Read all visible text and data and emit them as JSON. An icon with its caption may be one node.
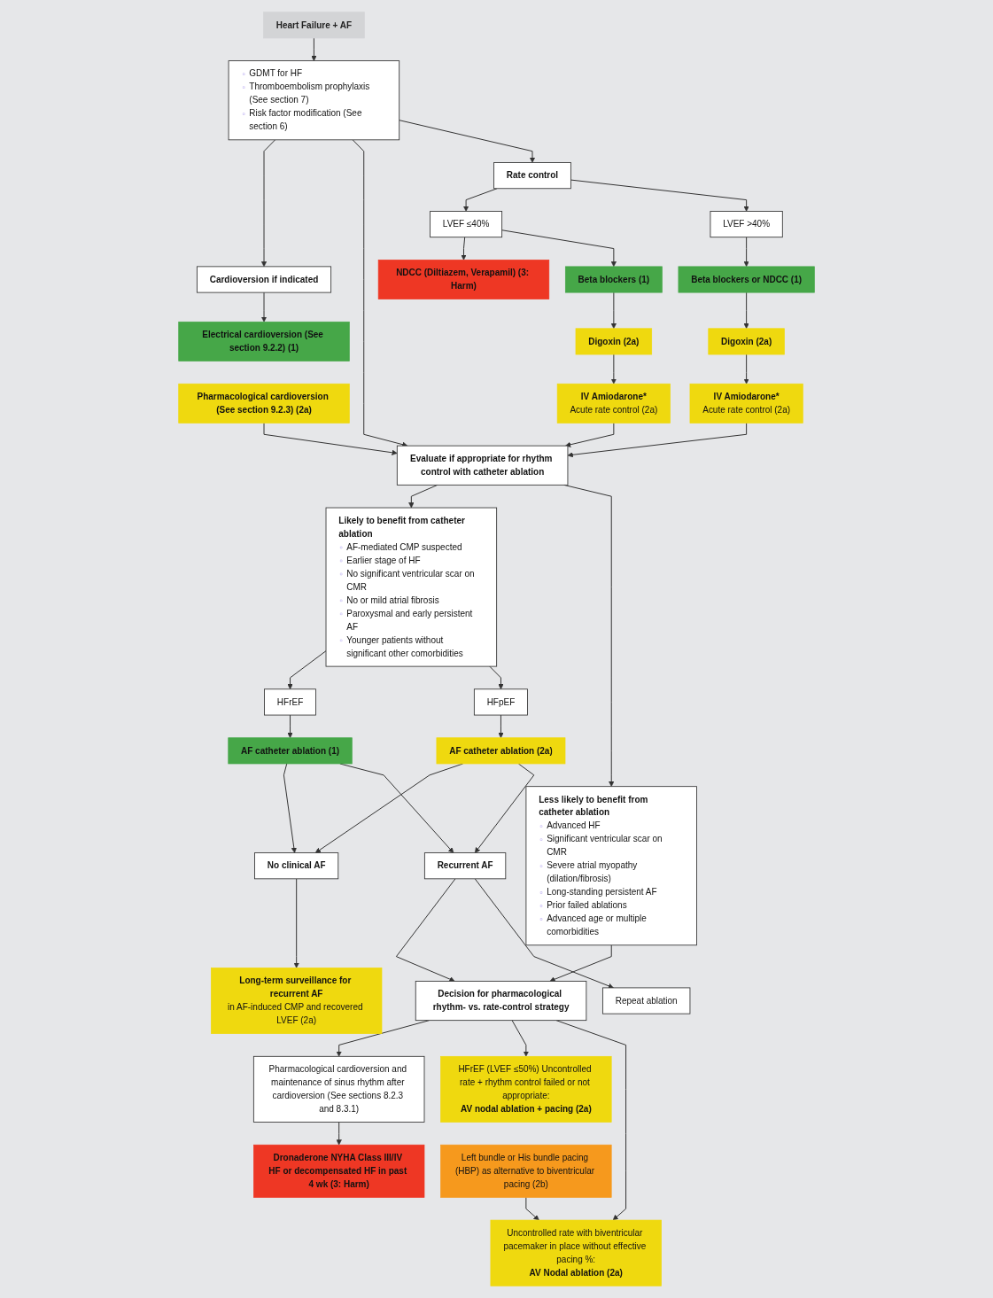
{
  "diagram": {
    "nodes": [
      {
        "text": [
          "Heart Failure + AF"
        ]
      },
      {
        "text": [
          "GDMT for HF",
          "Thromboembolism prophylaxis (See section 7)",
          "Risk factor modification (See section 6)"
        ]
      },
      {
        "text": [
          "Cardioversion if indicated"
        ]
      },
      {
        "text": [
          "Rate control"
        ]
      },
      {
        "text": [
          "LVEF ≤40%"
        ]
      },
      {
        "text": [
          "LVEF >40%"
        ]
      },
      {
        "text": [
          "Electrical cardioversion (See section 9.2.2) (1)"
        ]
      },
      {
        "text": [
          "NDCC (Diltiazem, Verapamil) (3: Harm)"
        ]
      },
      {
        "text": [
          "Beta blockers (1)"
        ]
      },
      {
        "text": [
          "Beta blockers or NDCC (1)"
        ]
      },
      {
        "text": [
          "Pharmacological cardioversion (See section 9.2.3) (2a)"
        ]
      },
      {
        "text": [
          "Digoxin (2a)"
        ]
      },
      {
        "text": [
          "Digoxin (2a)"
        ]
      },
      {
        "text": [
          "IV Amiodarone*",
          "Acute rate control (2a)"
        ]
      },
      {
        "text": [
          "IV Amiodarone*",
          "Acute rate control (2a)"
        ]
      },
      {
        "text": [
          "Evaluate if appropriate for rhythm control with catheter ablation"
        ]
      },
      {
        "text": [
          "Likely to benefit from catheter ablation",
          "AF-mediated CMP suspected",
          "Earlier stage of HF",
          "No significant ventricular scar on CMR",
          "No or mild atrial fibrosis",
          "Paroxysmal and early persistent AF",
          "Younger patients without significant other comorbidities"
        ]
      },
      {
        "text": [
          "Less likely to benefit from catheter ablation",
          "Advanced HF",
          "Significant ventricular scar on CMR",
          "Severe atrial myopathy (dilation/fibrosis)",
          "Long-standing persistent AF",
          "Prior failed ablations",
          "Advanced age or multiple comorbidities"
        ]
      },
      {
        "text": [
          "HFrEF (LVEF ≤50%) Uncontrolled rate + rhythm control failed or not appropriate:",
          "AV nodal ablation + pacing (2a)"
        ]
      },
      {
        "text": [
          "Left bundle or His bundle pacing (HBP) as alternative to biventricular pacing (2b)"
        ]
      },
      {
        "text": [
          "HFrEF"
        ]
      },
      {
        "text": [
          "HFpEF"
        ]
      },
      {
        "text": [
          "Decision for pharmacological rhythm- vs. rate-control strategy"
        ]
      },
      {
        "text": [
          "AF catheter ablation (1)"
        ]
      },
      {
        "text": [
          "AF catheter ablation (2a)"
        ]
      },
      {
        "text": [
          "Pharmacological cardioversion and maintenance of sinus rhythm after cardioversion (See sections 8.2.3 and 8.3.1)"
        ]
      },
      {
        "text": [
          "Uncontrolled rate with biventricular pacemaker in place without effective pacing %:",
          "AV Nodal ablation (2a)"
        ]
      },
      {
        "text": [
          "No clinical AF"
        ]
      },
      {
        "text": [
          "Recurrent AF"
        ]
      },
      {
        "text": [
          "Repeat ablation"
        ]
      },
      {
        "text": [
          "Long-term surveillance for recurrent AF",
          "in AF-induced CMP and recovered LVEF (2a)"
        ]
      },
      {
        "text": [
          "Dronaderone NYHA Class III/IV HF or decompensated HF in past 4 wk (3: Harm)"
        ]
      }
    ],
    "edges": [
      {
        "from": 0,
        "to": 1,
        "arrow": "to"
      },
      {
        "from": 1,
        "to": 2,
        "arrow": "to"
      },
      {
        "from": 1,
        "to": 15,
        "arrow": "to"
      },
      {
        "from": 1,
        "to": 3,
        "arrow": "to"
      },
      {
        "from": 2,
        "to": 6,
        "arrow": "to"
      },
      {
        "from": 3,
        "to": 4,
        "arrow": "to"
      },
      {
        "from": 3,
        "to": 5,
        "arrow": "to"
      },
      {
        "from": 4,
        "to": 7,
        "arrow": "to"
      },
      {
        "from": 4,
        "to": 8,
        "arrow": "to"
      },
      {
        "from": 5,
        "to": 9,
        "arrow": "to"
      },
      {
        "from": 8,
        "to": 11,
        "arrow": "to"
      },
      {
        "from": 9,
        "to": 12,
        "arrow": "to"
      },
      {
        "from": 11,
        "to": 13,
        "arrow": "to"
      },
      {
        "from": 12,
        "to": 14,
        "arrow": "to"
      },
      {
        "from": 10,
        "to": 15,
        "arrow": "to"
      },
      {
        "from": 13,
        "to": 15,
        "arrow": "to"
      },
      {
        "from": 14,
        "to": 15,
        "arrow": "to"
      },
      {
        "from": 15,
        "to": 16,
        "arrow": "to"
      },
      {
        "from": 15,
        "to": 17,
        "arrow": "to"
      },
      {
        "from": 16,
        "to": 20,
        "arrow": "to"
      },
      {
        "from": 16,
        "to": 21,
        "arrow": "to"
      },
      {
        "from": 20,
        "to": 23,
        "arrow": "to"
      },
      {
        "from": 21,
        "to": 24,
        "arrow": "to"
      },
      {
        "from": 23,
        "to": 27,
        "arrow": "to"
      },
      {
        "from": 23,
        "to": 28,
        "arrow": "to"
      },
      {
        "from": 24,
        "to": 27,
        "arrow": "to"
      },
      {
        "from": 24,
        "to": 28,
        "arrow": "to"
      },
      {
        "from": 17,
        "to": 22,
        "arrow": "to"
      },
      {
        "from": 28,
        "to": 22,
        "arrow": "to"
      },
      {
        "from": 28,
        "to": 29,
        "arrow": "to"
      },
      {
        "from": 22,
        "to": 25,
        "arrow": "to"
      },
      {
        "from": 22,
        "to": 18,
        "arrow": "to"
      },
      {
        "from": 22,
        "to": 26,
        "arrow": "to"
      },
      {
        "from": 19,
        "to": 26,
        "arrow": "to"
      },
      {
        "from": 27,
        "to": 30,
        "arrow": "to"
      },
      {
        "from": 25,
        "to": 31,
        "arrow": "to"
      }
    ]
  }
}
